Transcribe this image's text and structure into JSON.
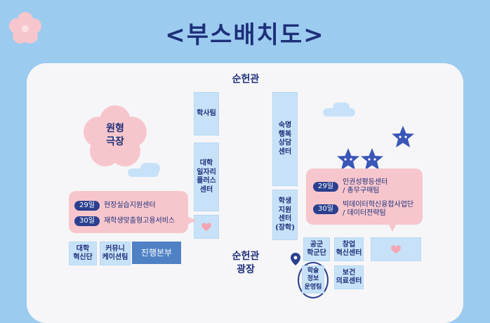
{
  "title": "<부스배치도>",
  "buildings": {
    "top": "순헌관",
    "plaza": "순헌관\n광장"
  },
  "theater": "원형\n극장",
  "booths": {
    "b1": "학사팀",
    "b2": "대학\n일자리\n플러스\n센터",
    "b3": "숙명\n행복\n상담\n센터",
    "b4": "학생\n지원\n센터\n(장학)",
    "b5": "대학\n혁신단",
    "b6": "커뮤니\n케이션팀",
    "b7": "진행본부",
    "b8": "공군\n학군단",
    "b9": "창업\n혁신센터",
    "b10": "학술\n정보\n운영팀",
    "b11": "보건\n의료센터"
  },
  "left_events": [
    {
      "day": "29일",
      "text": "현장실습지원센터"
    },
    {
      "day": "30일",
      "text": "재학생맞춤형고용서비스"
    }
  ],
  "right_events": [
    {
      "day": "29일",
      "text": "인권성평등센터\n/ 총무구매팀"
    },
    {
      "day": "30일",
      "text": "빅데이터혁신융합사업단\n/ 데이터전략팀"
    }
  ],
  "colors": {
    "background": "#9ccbf0",
    "board": "#f6f6f8",
    "booth": "#c7e2f8",
    "callout": "#f7c6cc",
    "navy": "#1e2f7a",
    "hq": "#4f82c4"
  },
  "icons": [
    "flower-icon",
    "heart-icon",
    "star-mascot-icon",
    "location-pin-icon",
    "cloud-icon"
  ]
}
